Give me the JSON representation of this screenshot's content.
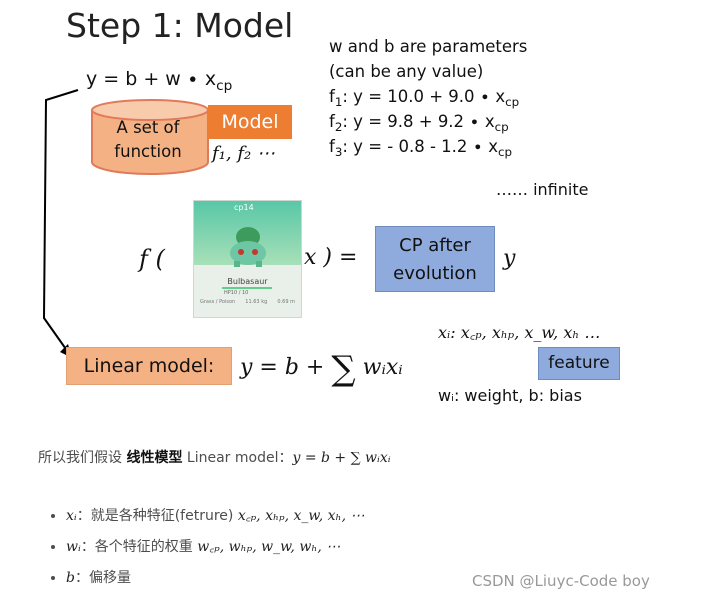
{
  "slide": {
    "title": "Step 1: Model",
    "main_equation": "y = b + w ∙ x",
    "main_equation_sub": "cp",
    "params_heading_1": "w and b are parameters",
    "params_heading_2": "(can be any value)",
    "functions": [
      {
        "name": "f",
        "idx": "1",
        "expr": ": y = 10.0 + 9.0 ∙ x",
        "sub": "cp"
      },
      {
        "name": "f",
        "idx": "2",
        "expr": ": y = 9.8 + 9.2 ∙ x",
        "sub": "cp"
      },
      {
        "name": "f",
        "idx": "3",
        "expr": ": y = - 0.8 - 1.2 ∙ x",
        "sub": "cp"
      }
    ],
    "infinite": "…… infinite",
    "set_label_1": "A set of",
    "set_label_2": "function",
    "model_label": "Model",
    "f_list": "f₁, f₂ ⋯",
    "f_open": "f (",
    "x_close": "x ) =",
    "output_label_1": "CP after",
    "output_label_2": "evolution",
    "output_var": "y",
    "pokemon": {
      "cp": "cp14",
      "name": "Bulbasaur",
      "hp": "HP10 / 10",
      "type": "Grass / Poison",
      "weight": "11.63 kg",
      "height": "0.69 m"
    },
    "linear_model_label": "Linear model:",
    "linear_eq_left": "y = b +",
    "linear_eq_sigma": "∑",
    "linear_eq_right": "wᵢxᵢ",
    "xi_line": "xᵢ: x꜀ₚ, xₕₚ, x_w, xₕ …",
    "feature_label": "feature",
    "wi_line": "wᵢ: weight, b: bias"
  },
  "article": {
    "para_prefix": "所以我们假设 ",
    "para_bold": "线性模型",
    "para_mid": " Linear model：",
    "para_formula": "y = b + ∑ wᵢxᵢ",
    "bullets": [
      {
        "var": "xᵢ",
        "text": "：就是各种特征(fetrure) ",
        "formula": "x꜀ₚ, xₕₚ, x_w, xₕ, ⋯"
      },
      {
        "var": "wᵢ",
        "text": "：各个特征的权重 ",
        "formula": "w꜀ₚ, wₕₚ, w_w, wₕ, ⋯"
      },
      {
        "var": "b",
        "text": "：偏移量",
        "formula": ""
      }
    ]
  },
  "watermark": "CSDN @Liuyc-Code boy",
  "colors": {
    "orange": "#ed7d31",
    "light_orange": "#f4b183",
    "blue": "#8faadc"
  }
}
